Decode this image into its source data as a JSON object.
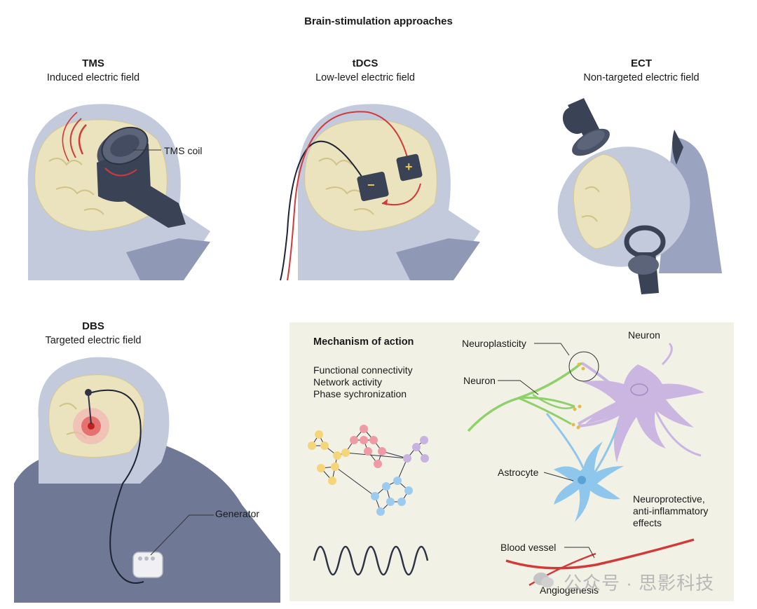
{
  "title": "Brain-stimulation approaches",
  "panels": {
    "tms": {
      "title": "TMS",
      "subtitle": "Induced electric field",
      "coil_label": "TMS coil"
    },
    "tdcs": {
      "title": "tDCS",
      "subtitle": "Low-level electric field",
      "minus": "−",
      "plus": "+"
    },
    "ect": {
      "title": "ECT",
      "subtitle": "Non-targeted electric field"
    },
    "dbs": {
      "title": "DBS",
      "subtitle": "Targeted electric field",
      "generator_label": "Generator"
    }
  },
  "mechanism": {
    "title": "Mechanism of action",
    "effects": [
      "Functional connectivity",
      "Network activity",
      "Phase sychronization"
    ],
    "labels": {
      "neuroplasticity": "Neuroplasticity",
      "neuron_right": "Neuron",
      "neuron_left": "Neuron",
      "astrocyte": "Astrocyte",
      "neuroprotective": [
        "Neuroprotective,",
        "anti-inflammatory",
        "effects"
      ],
      "blood_vessel": "Blood vessel",
      "angiogenesis": "Angiogenesis"
    }
  },
  "watermark": "公众号 · 思影科技",
  "colors": {
    "brain": "#ebe3bd",
    "head": "#b9c1d6",
    "head_dark": "#8f99b6",
    "device": "#3a4256",
    "red": "#d23a3a",
    "mech_bg": "#f2f1e6",
    "node_yellow": "#f5d57a",
    "node_pink": "#ef9aa5",
    "node_blue": "#9ccbef",
    "node_purple": "#c8b3e0",
    "neuron_purple": "#cbb6e2",
    "neuron_green": "#8fd06a",
    "astrocyte_blue": "#8ec6ec"
  }
}
